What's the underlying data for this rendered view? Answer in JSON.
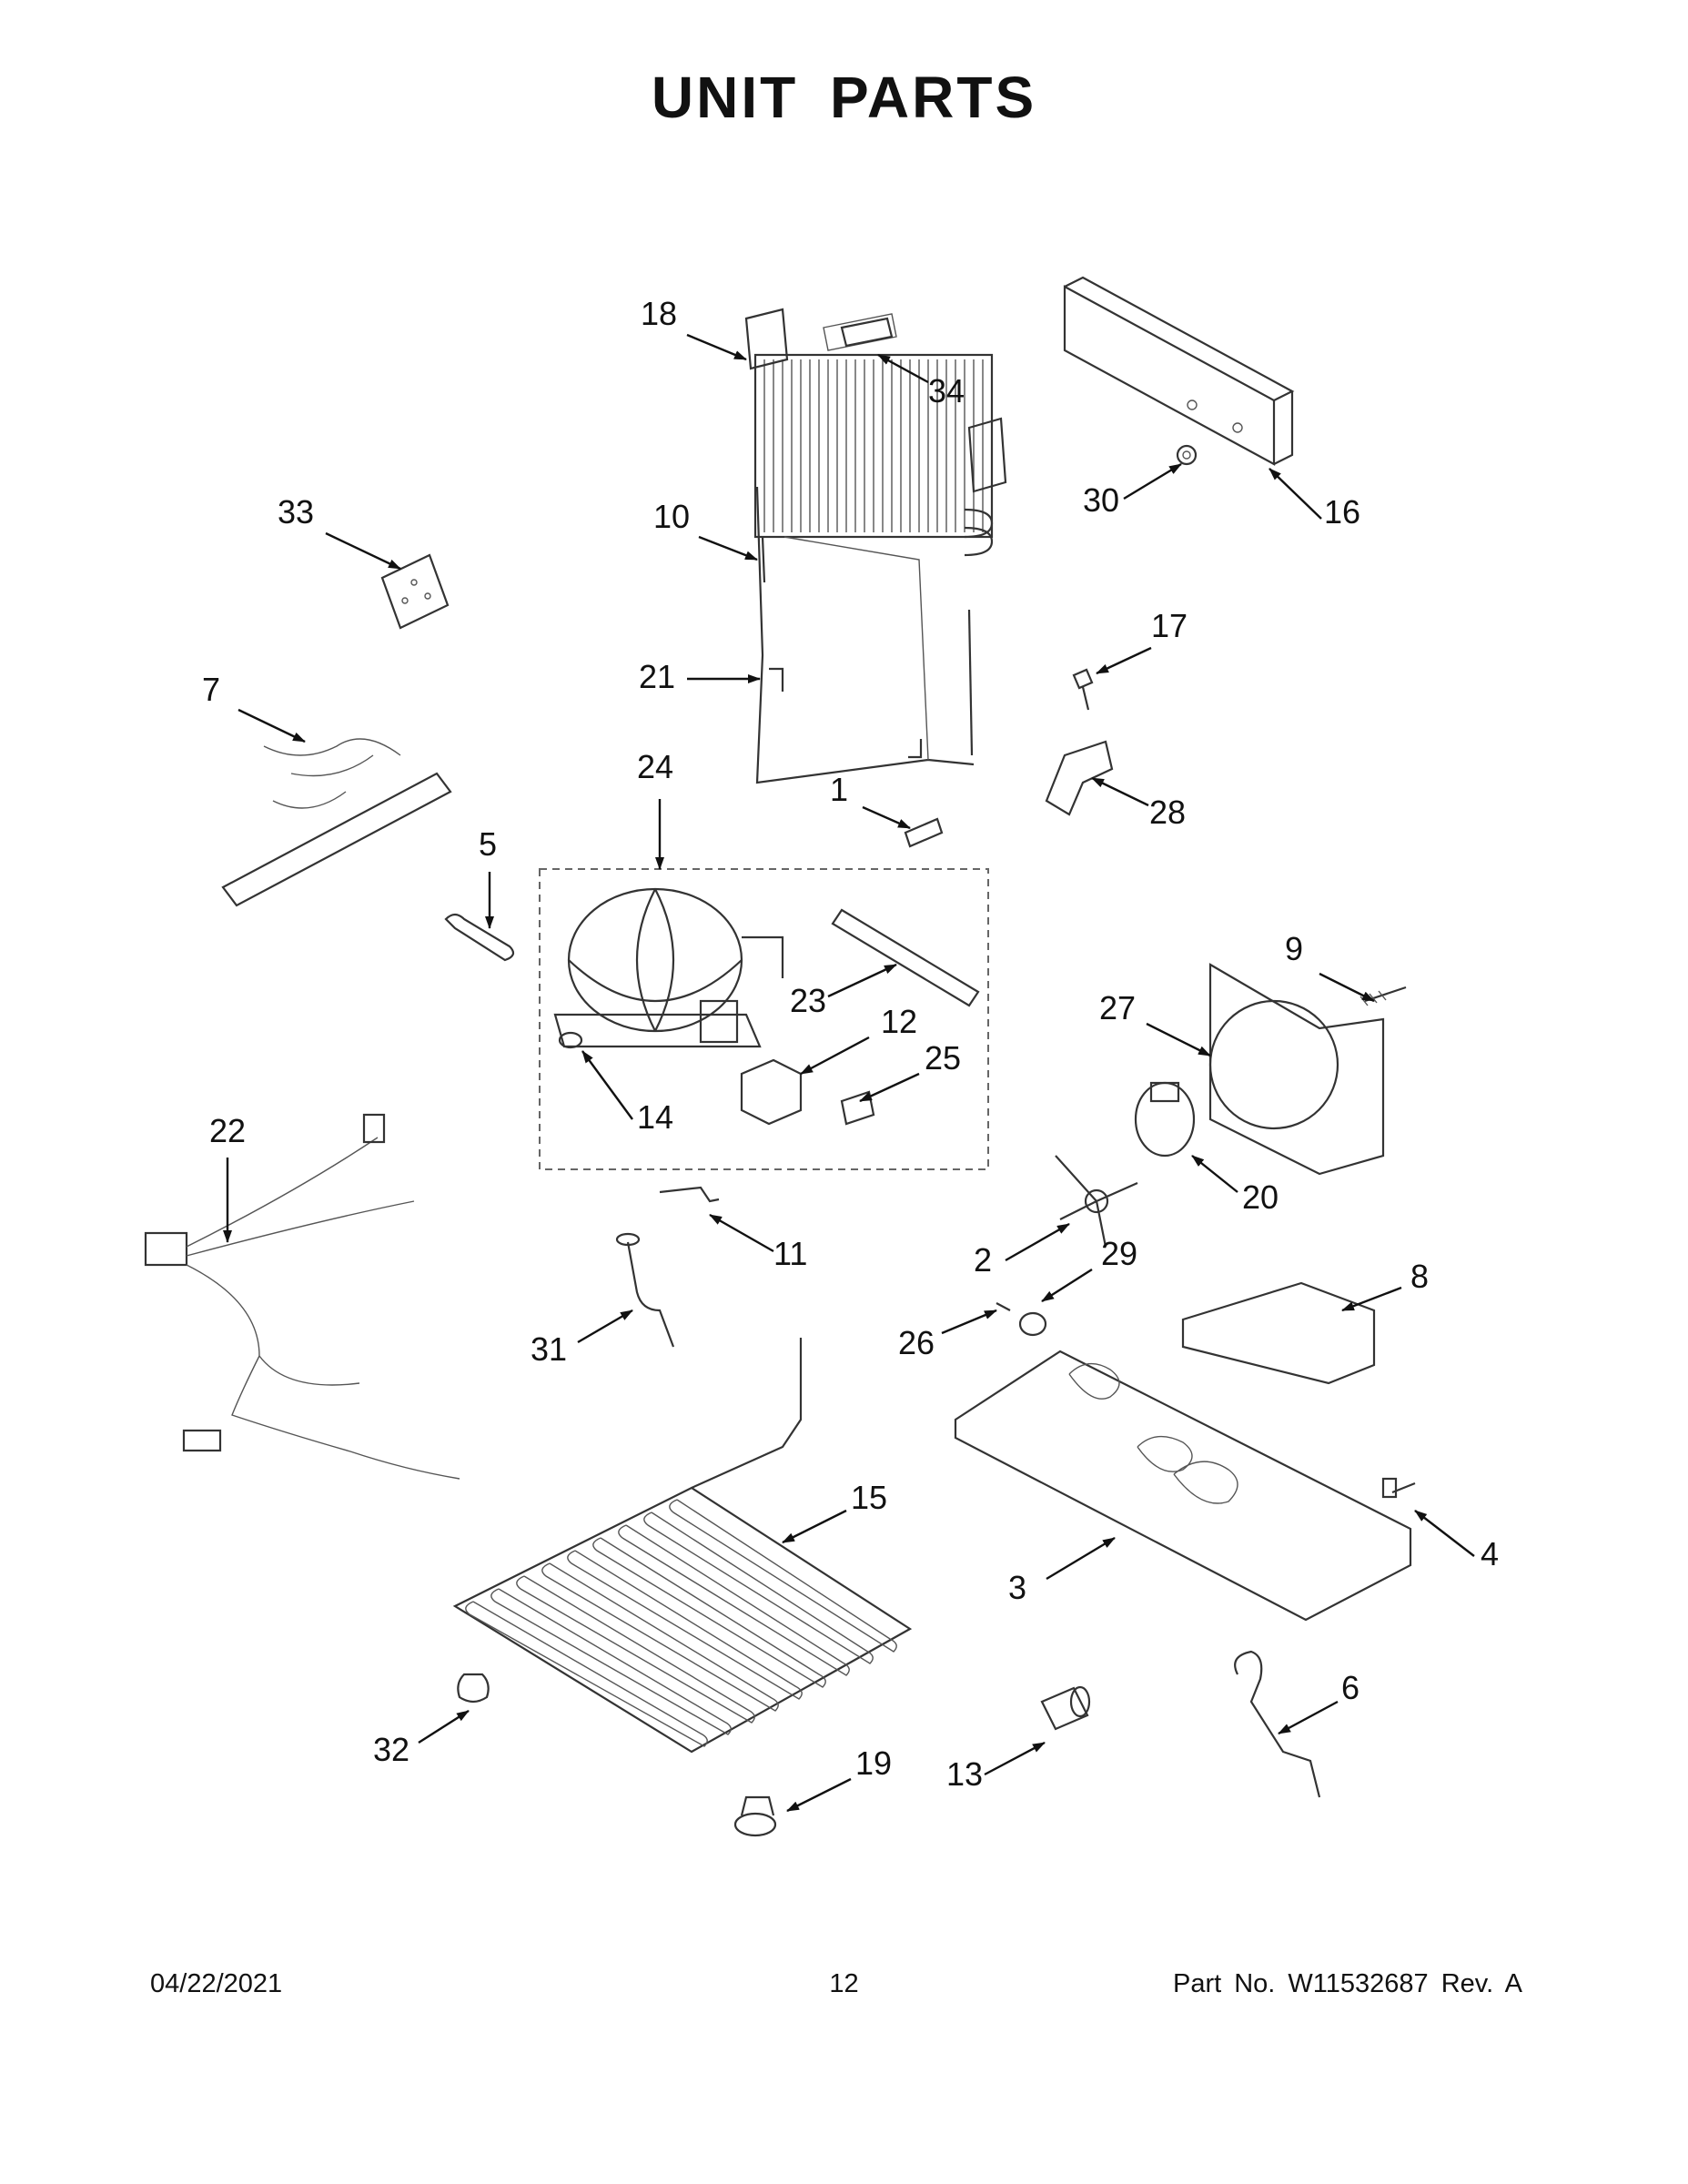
{
  "page": {
    "title": "UNIT PARTS",
    "footer": {
      "date": "04/22/2021",
      "page_number": "12",
      "part_number": "Part No.  W11532687  Rev.  A"
    }
  },
  "callouts": [
    "1",
    "2",
    "3",
    "4",
    "5",
    "6",
    "7",
    "8",
    "9",
    "10",
    "11",
    "12",
    "13",
    "14",
    "15",
    "16",
    "17",
    "18",
    "19",
    "20",
    "21",
    "22",
    "23",
    "24",
    "25",
    "26",
    "27",
    "28",
    "29",
    "30",
    "31",
    "32",
    "33",
    "34"
  ]
}
